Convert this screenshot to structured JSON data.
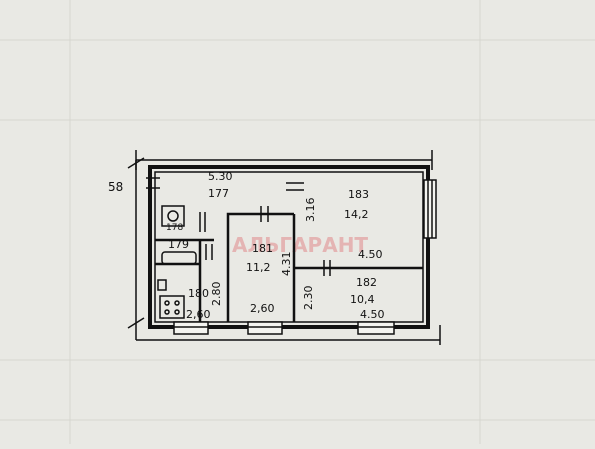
{
  "plan": {
    "block_number": "58",
    "rooms": [
      {
        "id": "177",
        "area": ""
      },
      {
        "id": "183",
        "area": "14,2"
      },
      {
        "id": "181",
        "area": "11,2"
      },
      {
        "id": "182",
        "area": "10,4"
      },
      {
        "id": "178",
        "area": ""
      },
      {
        "id": "179",
        "area": ""
      },
      {
        "id": "180",
        "area": ""
      }
    ],
    "dimensions": {
      "top": "5.30",
      "room183_height": "3.16",
      "room181_height": "4.31",
      "room182_width": "4.50",
      "room182_bottom": "4.50",
      "room181_bottom": "2,60",
      "room180_bottom": "2,60",
      "room180_height": "2.80",
      "room182_height": "2.30"
    },
    "watermark": "АЛЬГАРАНТ"
  },
  "colors": {
    "paper": "#e9e9e4",
    "ink": "#111111",
    "watermark": "#e3a3a3"
  }
}
